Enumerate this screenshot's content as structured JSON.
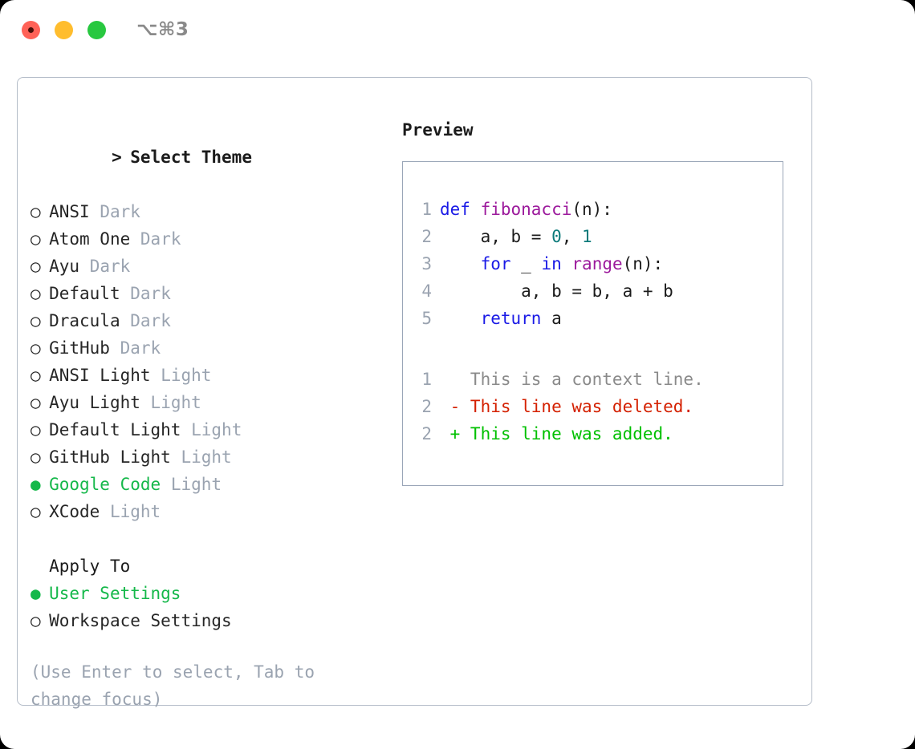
{
  "titlebar": {
    "shortcut": "⌥⌘3",
    "buttons": [
      {
        "name": "close",
        "label": "Close"
      },
      {
        "name": "minimize",
        "label": "Minimize"
      },
      {
        "name": "maximize",
        "label": "Maximize"
      }
    ]
  },
  "theme_picker": {
    "heading": "Select Theme",
    "heading_marker": ">",
    "bullet_unselected": "○",
    "bullet_selected": "●",
    "options": [
      {
        "name": "ANSI",
        "tag": "Dark",
        "selected": false
      },
      {
        "name": "Atom One",
        "tag": "Dark",
        "selected": false
      },
      {
        "name": "Ayu",
        "tag": "Dark",
        "selected": false
      },
      {
        "name": "Default",
        "tag": "Dark",
        "selected": false
      },
      {
        "name": "Dracula",
        "tag": "Dark",
        "selected": false
      },
      {
        "name": "GitHub",
        "tag": "Dark",
        "selected": false
      },
      {
        "name": "ANSI Light",
        "tag": "Light",
        "selected": false
      },
      {
        "name": "Ayu Light",
        "tag": "Light",
        "selected": false
      },
      {
        "name": "Default Light",
        "tag": "Light",
        "selected": false
      },
      {
        "name": "GitHub Light",
        "tag": "Light",
        "selected": false
      },
      {
        "name": "Google Code",
        "tag": "Light",
        "selected": true
      },
      {
        "name": "XCode",
        "tag": "Light",
        "selected": false
      }
    ]
  },
  "apply_to": {
    "heading": "Apply To",
    "options": [
      {
        "name": "User Settings",
        "selected": true
      },
      {
        "name": "Workspace Settings",
        "selected": false
      }
    ]
  },
  "hint": "(Use Enter to select, Tab to change focus)",
  "preview": {
    "heading": "Preview",
    "code_lines": [
      {
        "num": "1",
        "tokens": [
          {
            "t": "def ",
            "c": "kw"
          },
          {
            "t": "fibonacci",
            "c": "fn"
          },
          {
            "t": "(n):",
            "c": "plain"
          }
        ]
      },
      {
        "num": "2",
        "tokens": [
          {
            "t": "    a, b = ",
            "c": "plain"
          },
          {
            "t": "0",
            "c": "num"
          },
          {
            "t": ", ",
            "c": "plain"
          },
          {
            "t": "1",
            "c": "num"
          }
        ]
      },
      {
        "num": "3",
        "tokens": [
          {
            "t": "    ",
            "c": "plain"
          },
          {
            "t": "for",
            "c": "kw"
          },
          {
            "t": " _ ",
            "c": "plain"
          },
          {
            "t": "in",
            "c": "kw"
          },
          {
            "t": " ",
            "c": "plain"
          },
          {
            "t": "range",
            "c": "fn"
          },
          {
            "t": "(n):",
            "c": "plain"
          }
        ]
      },
      {
        "num": "4",
        "tokens": [
          {
            "t": "        a, b = b, a + b",
            "c": "plain"
          }
        ]
      },
      {
        "num": "5",
        "tokens": [
          {
            "t": "    ",
            "c": "plain"
          },
          {
            "t": "return",
            "c": "kw"
          },
          {
            "t": " a",
            "c": "plain"
          }
        ]
      }
    ],
    "diff_lines": [
      {
        "num": "1",
        "marker": " ",
        "text": "This is a context line.",
        "kind": "ctx"
      },
      {
        "num": "2",
        "marker": "-",
        "text": "This line was deleted.",
        "kind": "del"
      },
      {
        "num": "2",
        "marker": "+",
        "text": "This line was added.",
        "kind": "add"
      }
    ]
  },
  "colors": {
    "selection_green": "#15b84a",
    "diff_added": "#00c000",
    "diff_deleted": "#d42000",
    "keyword_blue": "#1a1ae6",
    "function_magenta": "#9c1a9c",
    "number_teal": "#0b7a7a",
    "muted_gray": "#9aa3b0",
    "border_gray": "#b4bcc8"
  }
}
